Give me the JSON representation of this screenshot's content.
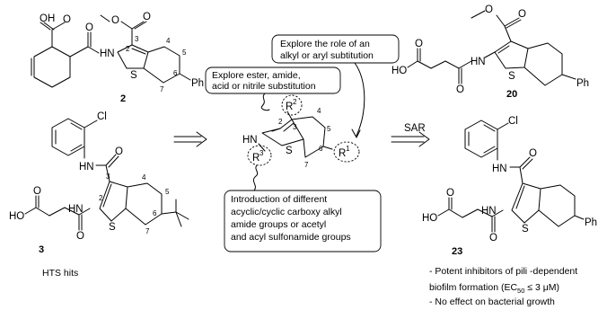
{
  "compounds": {
    "c2": {
      "number": "2",
      "labels": {
        "acid_oh": "O",
        "acid_o": "OH",
        "ester_o1": "O",
        "ester_o2": "O",
        "nh": "HN",
        "s": "S",
        "amide_o": "O",
        "ph": "Ph"
      },
      "positions": [
        "2",
        "3",
        "4",
        "5",
        "6",
        "7"
      ]
    },
    "c3": {
      "number": "3",
      "labels": {
        "cl": "Cl",
        "hn": "HN",
        "o_amide": "O",
        "nh": "HN",
        "s": "S",
        "o_acyl": "O",
        "ho": "HO",
        "o_acid": "O"
      },
      "positions": [
        "2",
        "3",
        "4",
        "5",
        "6",
        "7"
      ]
    },
    "c20": {
      "number": "20",
      "labels": {
        "o1": "O",
        "o2": "O",
        "hn": "HN",
        "s": "S",
        "o_acyl": "O",
        "ho": "HO",
        "o_acid": "O",
        "ph": "Ph"
      }
    },
    "c23": {
      "number": "23",
      "labels": {
        "cl": "Cl",
        "hn": "HN",
        "o_amide": "O",
        "nh": "HN",
        "s": "S",
        "o_acyl": "O",
        "ho": "HO",
        "o_acid": "O",
        "ph": "Ph"
      }
    }
  },
  "core": {
    "labels": {
      "hn": "HN",
      "s": "S",
      "r1": "R",
      "r1_sup": "1",
      "r2": "R",
      "r2_sup": "2",
      "r3": "R",
      "r3_sup": "3"
    },
    "positions": [
      "2",
      "3",
      "4",
      "5",
      "6",
      "7"
    ]
  },
  "captions": {
    "hts": "HTS hits",
    "sar": "SAR"
  },
  "callouts": {
    "alkyl_aryl": [
      "Explore the role of an",
      "alkyl or aryl subtitution"
    ],
    "ester": [
      "Explore ester, amide,",
      "acid or nitrile substitution"
    ],
    "acyl": [
      "Introduction of different",
      "acyclic/cyclic carboxy alkyl",
      "amide groups or acetyl",
      "and acyl sulfonamide groups"
    ]
  },
  "findings": {
    "line1": "- Potent inhibitors of pili -dependent",
    "line2_prefix": "biofilm formation (EC",
    "line2_sub": "50",
    "line2_suffix": " ≤ 3 μM)",
    "line3": "- No effect on bacterial growth"
  }
}
